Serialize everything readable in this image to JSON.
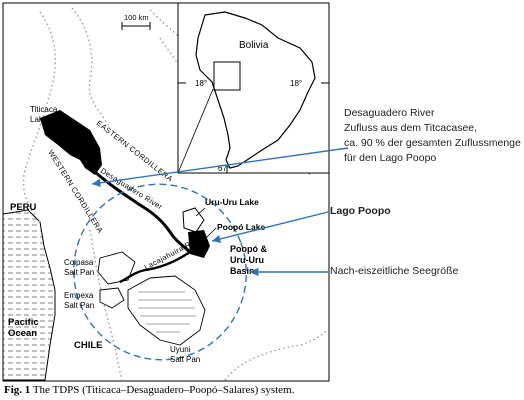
{
  "map": {
    "scale_bar": "100 km",
    "labels": {
      "titicaca": "Titicaca\nLake",
      "eastern_cordillera": "EASTERN CORDILLERA",
      "western_cordillera": "WESTERN CORDILLERA",
      "desaguadero": "Desaguadero River",
      "peru": "PERU",
      "pacific": "Pacific\nOcean",
      "chile": "CHILE",
      "uru_uru_lake": "Uru-Uru Lake",
      "poopo_lake": "Poopó Lake",
      "basin": "Poopó &\nUru-Uru\nBasin",
      "lacajahuira": "Lacajahuira River",
      "coipasa": "Coipasa\nSalt Pan",
      "empexa": "Empexa\nSalt Pan",
      "uyuni": "Uyuni\nSalt Pan"
    },
    "inset": {
      "country": "Bolivia",
      "lon_left": "18°",
      "lon_right": "18°",
      "lat_bottom": "67°"
    }
  },
  "annotations": {
    "desaguadero": {
      "title": "Desaguadero River",
      "lines": [
        "Zufluss aus dem Titcacasee,",
        "ca. 90 % der gesamten Zuflussmenge",
        "für den Lago Poopo"
      ]
    },
    "lago_poopo": "Lago Poopo",
    "seegroesse": "Nach-eiszeitliche Seegröße"
  },
  "caption": {
    "label": "Fig. 1",
    "text": " The TDPS (Titicaca–Desaguadero–Poopó–Salares) system."
  },
  "colors": {
    "arrow": "#2e75b6",
    "ellipse": "#2e75b6",
    "lake": "#000000",
    "border": "#888888"
  }
}
